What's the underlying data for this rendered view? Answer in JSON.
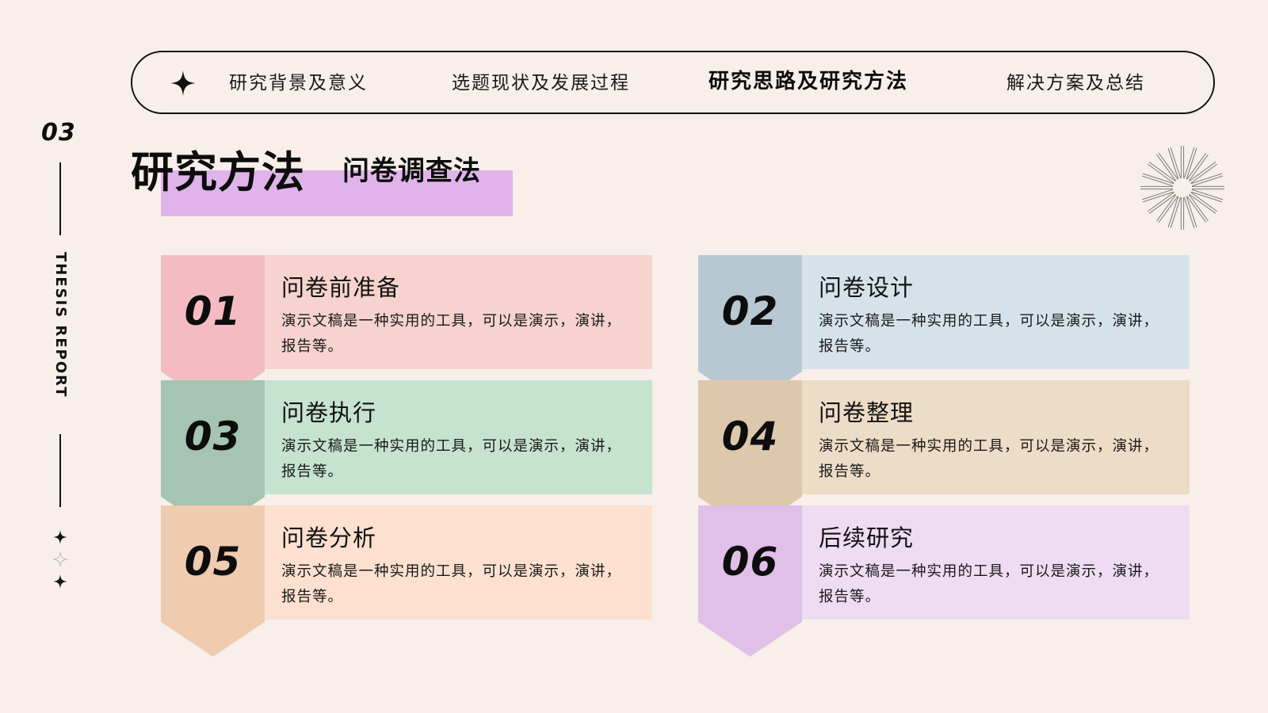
{
  "rail": {
    "number": "03",
    "label": "THESIS REPORT"
  },
  "nav": {
    "items": [
      {
        "label": "研究背景及意义",
        "active": false
      },
      {
        "label": "选题现状及发展过程",
        "active": false
      },
      {
        "label": "研究思路及研究方法",
        "active": true
      },
      {
        "label": "解决方案及总结",
        "active": false
      }
    ]
  },
  "title": {
    "main": "研究方法",
    "sub": "问卷调查法"
  },
  "cards": [
    {
      "number": "01",
      "heading": "问卷前准备",
      "desc": "演示文稿是一种实用的工具，可以是演示，演讲，报告等。",
      "tab_color": "#f4bcc2",
      "bg_color": "#f6d3ce"
    },
    {
      "number": "02",
      "heading": "问卷设计",
      "desc": "演示文稿是一种实用的工具，可以是演示，演讲，报告等。",
      "tab_color": "#b8c8d2",
      "bg_color": "#d6e2ea"
    },
    {
      "number": "03",
      "heading": "问卷执行",
      "desc": "演示文稿是一种实用的工具，可以是演示，演讲，报告等。",
      "tab_color": "#a5c4b1",
      "bg_color": "#c6e3cf"
    },
    {
      "number": "04",
      "heading": "问卷整理",
      "desc": "演示文稿是一种实用的工具，可以是演示，演讲，报告等。",
      "tab_color": "#ddc8ad",
      "bg_color": "#eddcc6"
    },
    {
      "number": "05",
      "heading": "问卷分析",
      "desc": "演示文稿是一种实用的工具，可以是演示，演讲，报告等。",
      "tab_color": "#efcbb0",
      "bg_color": "#fde0cf"
    },
    {
      "number": "06",
      "heading": "后续研究",
      "desc": "演示文稿是一种实用的工具，可以是演示，演讲，报告等。",
      "tab_color": "#e0c0e8",
      "bg_color": "#eedcf2"
    }
  ]
}
